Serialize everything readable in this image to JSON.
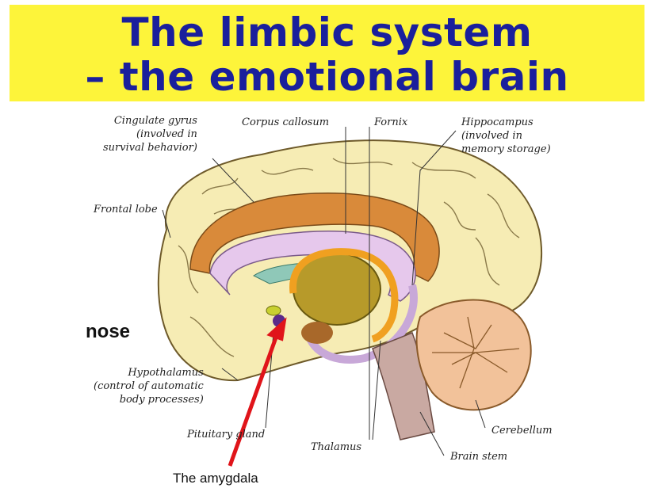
{
  "title": {
    "line1": "The limbic system",
    "line2": "– the emotional brain"
  },
  "colors": {
    "banner": "#fdf43a",
    "title_text": "#1a1f9c",
    "cortex": "#f6ecb4",
    "cingulate": "#d98a3a",
    "corpus_callosum": "#e6c8ec",
    "thalamus": "#b79a2a",
    "fornix": "#f0a020",
    "cerebellum": "#f2c29a",
    "brain_stem": "#c9a9a2",
    "arrow": "#e0141a"
  },
  "labels": {
    "cingulate": [
      "Cingulate gyrus",
      "(involved in",
      "survival behavior)"
    ],
    "corpus_callosum": "Corpus callosum",
    "fornix": "Fornix",
    "hippocampus": [
      "Hippocampus",
      "(involved in",
      "memory storage)"
    ],
    "frontal_lobe": "Frontal lobe",
    "hypothalamus": [
      "Hypothalamus",
      "(control of automatic",
      "body processes)"
    ],
    "pituitary": "Pituitary gland",
    "thalamus": "Thalamus",
    "cerebellum": "Cerebellum",
    "brain_stem": "Brain stem",
    "nose": "nose",
    "amygdala": "The amygdala"
  }
}
